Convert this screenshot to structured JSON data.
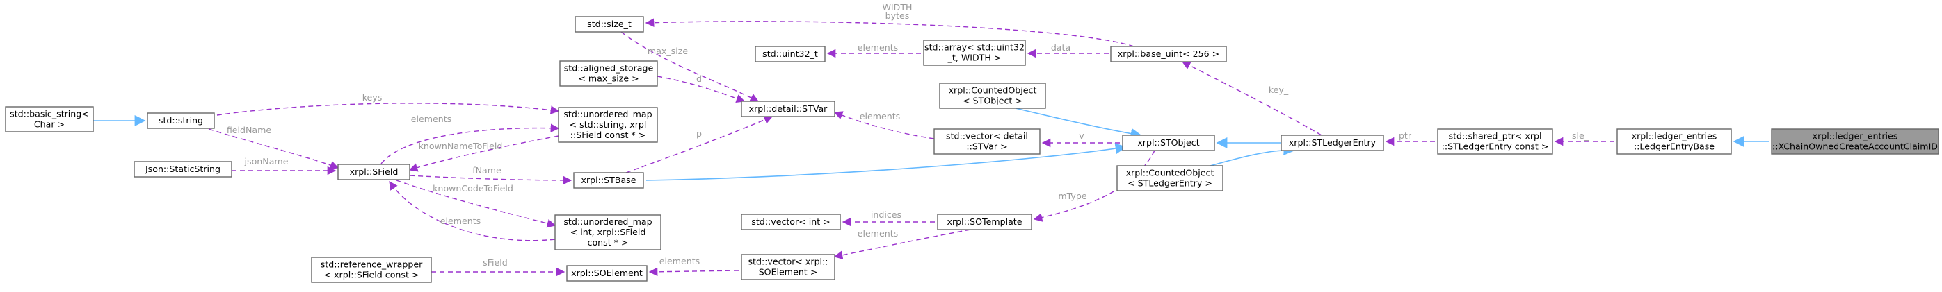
{
  "colors": {
    "usage_edge": "#9a32cd",
    "inheritance_edge": "#63b8ff",
    "highlight_fill": "#999999",
    "node_border": "#666666",
    "edge_label": "#9a9a9a"
  },
  "nodes": {
    "basic_string": [
      "std::basic_string<",
      "Char >"
    ],
    "string": [
      "std::string"
    ],
    "json_staticstring": [
      "Json::StaticString"
    ],
    "reference_wrapper": [
      "std::reference_wrapper",
      "< xrpl::SField const >"
    ],
    "sfield": [
      "xrpl::SField"
    ],
    "size_t": [
      "std::size_t"
    ],
    "aligned_storage": [
      "std::aligned_storage",
      "< max_size >"
    ],
    "unordered_map_string": [
      "std::unordered_map",
      "< std::string, xrpl",
      "::SField const * >"
    ],
    "stbase": [
      "xrpl::STBase"
    ],
    "unordered_map_int": [
      "std::unordered_map",
      "< int, xrpl::SField",
      "const * >"
    ],
    "soelement": [
      "xrpl::SOElement"
    ],
    "stvar": [
      "xrpl::detail::STVar"
    ],
    "uint32": [
      "std::uint32_t"
    ],
    "vector_int": [
      "std::vector< int >"
    ],
    "vector_soelement": [
      "std::vector< xrpl::",
      "SOElement >"
    ],
    "array_uint32": [
      "std::array< std::uint32",
      "_t, WIDTH >"
    ],
    "countedobject_stobject": [
      "xrpl::CountedObject",
      "< STObject >"
    ],
    "vector_stvar": [
      "std::vector< detail",
      "::STVar >"
    ],
    "sotemplate": [
      "xrpl::SOTemplate"
    ],
    "base_uint": [
      "xrpl::base_uint< 256 >"
    ],
    "stobject": [
      "xrpl::STObject"
    ],
    "countedobject_stledgerentry": [
      "xrpl::CountedObject",
      "< STLedgerEntry >"
    ],
    "stledgerentry": [
      "xrpl::STLedgerEntry"
    ],
    "shared_ptr": [
      "std::shared_ptr< xrpl",
      "::STLedgerEntry const >"
    ],
    "ledgerentrybase": [
      "xrpl::ledger_entries",
      "::LedgerEntryBase"
    ],
    "xchain": [
      "xrpl::ledger_entries",
      "::XChainOwnedCreateAccountClaimID"
    ]
  },
  "edges": [
    {
      "from": "basic_string",
      "to": "string",
      "type": "inheritance",
      "label": ""
    },
    {
      "from": "string",
      "to": "unordered_map_string",
      "type": "usage",
      "label": "keys"
    },
    {
      "from": "string",
      "to": "sfield",
      "type": "usage",
      "label": "fieldName"
    },
    {
      "from": "json_staticstring",
      "to": "sfield",
      "type": "usage",
      "label": "jsonName"
    },
    {
      "from": "sfield",
      "to": "unordered_map_string",
      "type": "usage",
      "label": "elements"
    },
    {
      "from": "unordered_map_string",
      "to": "sfield",
      "type": "usage",
      "label": "knownNameToField"
    },
    {
      "from": "sfield",
      "to": "stbase",
      "type": "usage",
      "label": "fName"
    },
    {
      "from": "sfield",
      "to": "unordered_map_int",
      "type": "usage",
      "label": "knownCodeToField"
    },
    {
      "from": "unordered_map_int",
      "to": "sfield",
      "type": "usage",
      "label": "elements"
    },
    {
      "from": "sfield",
      "to": "reference_wrapper",
      "type": "usage",
      "label": "sField"
    },
    {
      "from": "reference_wrapper",
      "to": "soelement",
      "type": "usage",
      "label": "sField"
    },
    {
      "from": "size_t",
      "to": "stvar",
      "type": "usage",
      "label": "max_size"
    },
    {
      "from": "aligned_storage",
      "to": "stvar",
      "type": "usage",
      "label": "d"
    },
    {
      "from": "stbase",
      "to": "stvar",
      "type": "usage",
      "label": "p"
    },
    {
      "from": "stvar",
      "to": "vector_stvar",
      "type": "usage",
      "label": "elements"
    },
    {
      "from": "uint32",
      "to": "array_uint32",
      "type": "usage",
      "label": "elements"
    },
    {
      "from": "array_uint32",
      "to": "base_uint",
      "type": "usage",
      "label": "data"
    },
    {
      "from": "size_t",
      "to": "base_uint",
      "type": "usage",
      "label": "WIDTH\nbytes"
    },
    {
      "from": "countedobject_stobject",
      "to": "stobject",
      "type": "inheritance",
      "label": ""
    },
    {
      "from": "vector_stvar",
      "to": "stobject",
      "type": "usage",
      "label": "v"
    },
    {
      "from": "stbase",
      "to": "stobject",
      "type": "inheritance",
      "label": ""
    },
    {
      "from": "sotemplate",
      "to": "stobject",
      "type": "usage",
      "label": "mType"
    },
    {
      "from": "vector_int",
      "to": "sotemplate",
      "type": "usage",
      "label": "indices"
    },
    {
      "from": "vector_soelement",
      "to": "sotemplate",
      "type": "usage",
      "label": "elements"
    },
    {
      "from": "soelement",
      "to": "vector_soelement",
      "type": "usage",
      "label": "elements"
    },
    {
      "from": "base_uint",
      "to": "stledgerentry",
      "type": "usage",
      "label": "key_"
    },
    {
      "from": "stobject",
      "to": "stledgerentry",
      "type": "inheritance",
      "label": ""
    },
    {
      "from": "countedobject_stledgerentry",
      "to": "stledgerentry",
      "type": "inheritance",
      "label": ""
    },
    {
      "from": "stledgerentry",
      "to": "shared_ptr",
      "type": "usage",
      "label": "ptr"
    },
    {
      "from": "shared_ptr",
      "to": "ledgerentrybase",
      "type": "usage",
      "label": "sle_"
    },
    {
      "from": "ledgerentrybase",
      "to": "xchain",
      "type": "inheritance",
      "label": ""
    }
  ]
}
